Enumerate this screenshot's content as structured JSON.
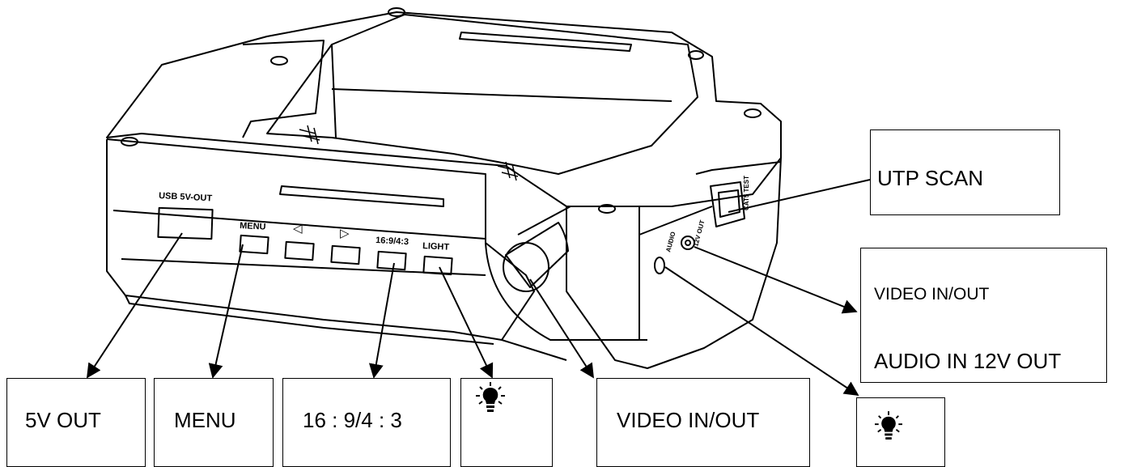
{
  "device_labels": {
    "usb": "USB 5V-OUT",
    "menu": "MENU",
    "left": "◁",
    "right": "▷",
    "ratio": "16:9/4:3",
    "light": "LIGHT",
    "cat5": "CAT5 TEST",
    "side1": "12V OUT",
    "side2": "AUDIO"
  },
  "callouts": {
    "out5v": "5V  OUT",
    "menu": "MENU",
    "ratio": "16 : 9/4 : 3",
    "video": "VIDEO IN/OUT",
    "utp": "UTP SCAN",
    "video_side_line1": "VIDEO IN/OUT",
    "video_side_line2": "AUDIO IN 12V OUT"
  },
  "icons": {
    "light_button": "light-bulb-icon",
    "light_side": "light-bulb-icon"
  }
}
